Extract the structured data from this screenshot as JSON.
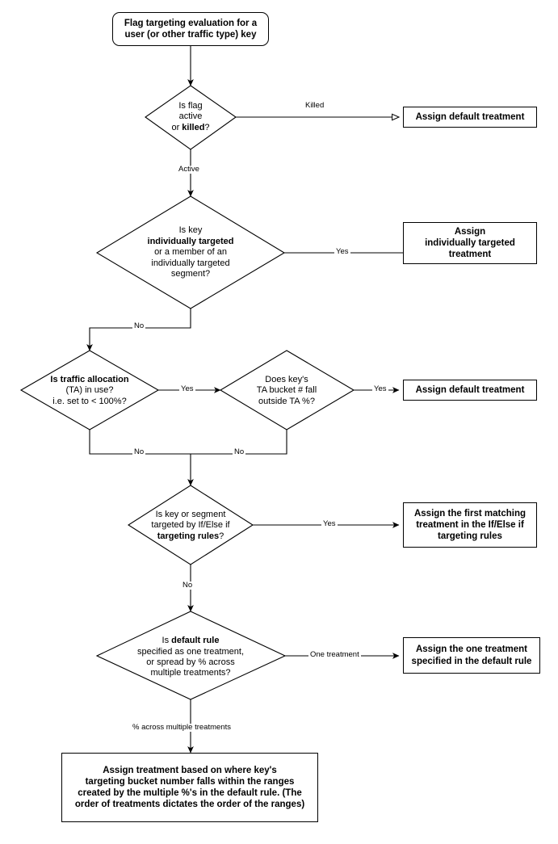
{
  "diagram": {
    "title": "Flag targeting evaluation flowchart",
    "type": "flowchart",
    "background_color": "#ffffff",
    "line_color": "#000000",
    "text_color": "#000000"
  },
  "nodes": {
    "start": {
      "shape": "terminator",
      "line1": "Flag targeting evaluation for a",
      "line2": "user (or other traffic type) key"
    },
    "d1": {
      "shape": "decision",
      "line1": "Is flag",
      "line2": "active",
      "line3_plain": "or ",
      "line3_bold": "killed",
      "line3_tail": "?"
    },
    "d2": {
      "shape": "decision",
      "line1": "Is key",
      "line2_bold": "individually targeted",
      "line3": "or a member of an",
      "line4": "individually targeted",
      "line5": "segment?"
    },
    "d3": {
      "shape": "decision",
      "line1_bold": "Is traffic allocation",
      "line2": "(TA) in use?",
      "line3": "i.e. set to < 100%?"
    },
    "d4": {
      "shape": "decision",
      "line1": "Does key's",
      "line2": "TA bucket # fall",
      "line3": "outside TA %?"
    },
    "d5": {
      "shape": "decision",
      "line1": "Is key or segment",
      "line2": "targeted by If/Else if",
      "line3_bold": "targeting rules",
      "line3_tail": "?"
    },
    "d6": {
      "shape": "decision",
      "line1_plain": "Is ",
      "line1_bold": "default rule",
      "line2": "specified as one treatment,",
      "line3": "or spread by % across",
      "line4": "multiple treatments?"
    },
    "r1": {
      "shape": "process",
      "line1": "Assign default treatment"
    },
    "r2": {
      "shape": "process",
      "line1": "Assign",
      "line2": "individually targeted",
      "line3": "treatment"
    },
    "r3": {
      "shape": "process",
      "line1": "Assign default treatment"
    },
    "r4": {
      "shape": "process",
      "line1": "Assign the first matching",
      "line2": "treatment in the If/Else if",
      "line3": "targeting rules"
    },
    "r5": {
      "shape": "process",
      "line1": "Assign the one treatment",
      "line2": "specified in the default rule"
    },
    "final": {
      "shape": "process",
      "line1": "Assign treatment based on where key's",
      "line2": "targeting bucket number falls within the ranges",
      "line3": "created by the multiple %'s in the default rule. (The",
      "line4": "order of treatments dictates the order of the ranges)"
    }
  },
  "edge_labels": {
    "killed": "Killed",
    "active": "Active",
    "yes_d2": "Yes",
    "no_d2": "No",
    "yes_d3": "Yes",
    "no_d3": "No",
    "yes_d4": "Yes",
    "no_d4": "No",
    "yes_d5": "Yes",
    "no_d5": "No",
    "one_treatment": "One treatment",
    "percent_across": "% across multiple treatments"
  }
}
